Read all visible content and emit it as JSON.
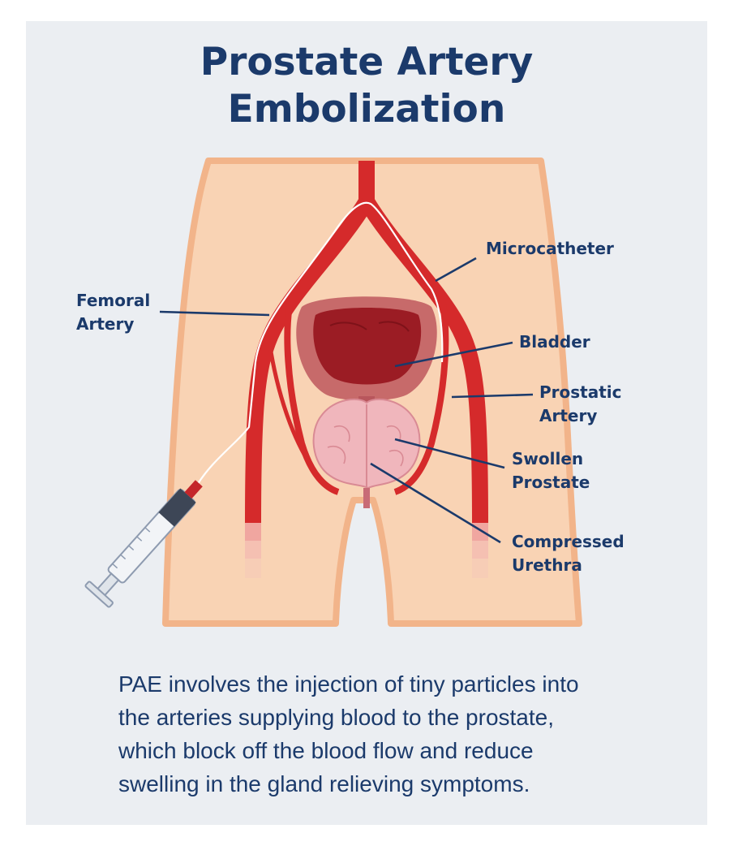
{
  "title": {
    "line1": "Prostate Artery",
    "line2": "Embolization"
  },
  "labels": {
    "femoral_artery": {
      "line1": "Femoral",
      "line2": "Artery"
    },
    "microcatheter": "Microcatheter",
    "bladder": "Bladder",
    "prostatic_artery": {
      "line1": "Prostatic",
      "line2": "Artery"
    },
    "swollen_prostate": {
      "line1": "Swollen",
      "line2": "Prostate"
    },
    "compressed_urethra": {
      "line1": "Compressed",
      "line2": "Urethra"
    }
  },
  "caption": {
    "line1": "PAE involves the injection of tiny particles into",
    "line2": "the arteries supplying blood to the prostate,",
    "line3": "which block off the blood flow and reduce",
    "line4": "swelling in the gland relieving symptoms."
  },
  "colors": {
    "panel_bg": "#ebeef2",
    "text": "#1b3a6b",
    "skin": "#f9d3b4",
    "skin_outline": "#f2b48a",
    "artery": "#d52a2b",
    "bladder_outer": "#c76a6a",
    "bladder_inner": "#9b1c24",
    "prostate": "#f0b6bc"
  }
}
